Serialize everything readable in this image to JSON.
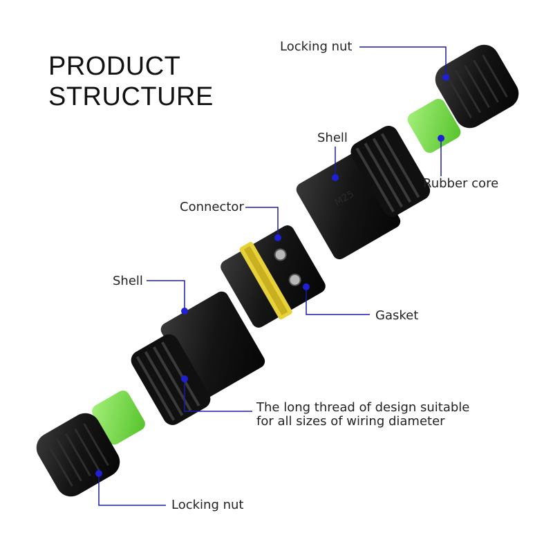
{
  "title": {
    "line1": "PRODUCT",
    "line2": "STRUCTURE"
  },
  "labels": {
    "locking_nut_top": "Locking nut",
    "shell_top": "Shell",
    "rubber_core": "Rubber core",
    "connector": "Connector",
    "shell_bottom": "Shell",
    "gasket": "Gasket",
    "thread_line1": "The long thread of design suitable",
    "thread_line2": "for all sizes of wiring diameter",
    "locking_nut_bottom": "Locking nut"
  },
  "colors": {
    "leader": "#1a1aa8",
    "dot": "#1f1fd6",
    "part_black": "#141414",
    "rubber_green": "#7fe04a",
    "gasket_yellow": "#e8d23a"
  }
}
